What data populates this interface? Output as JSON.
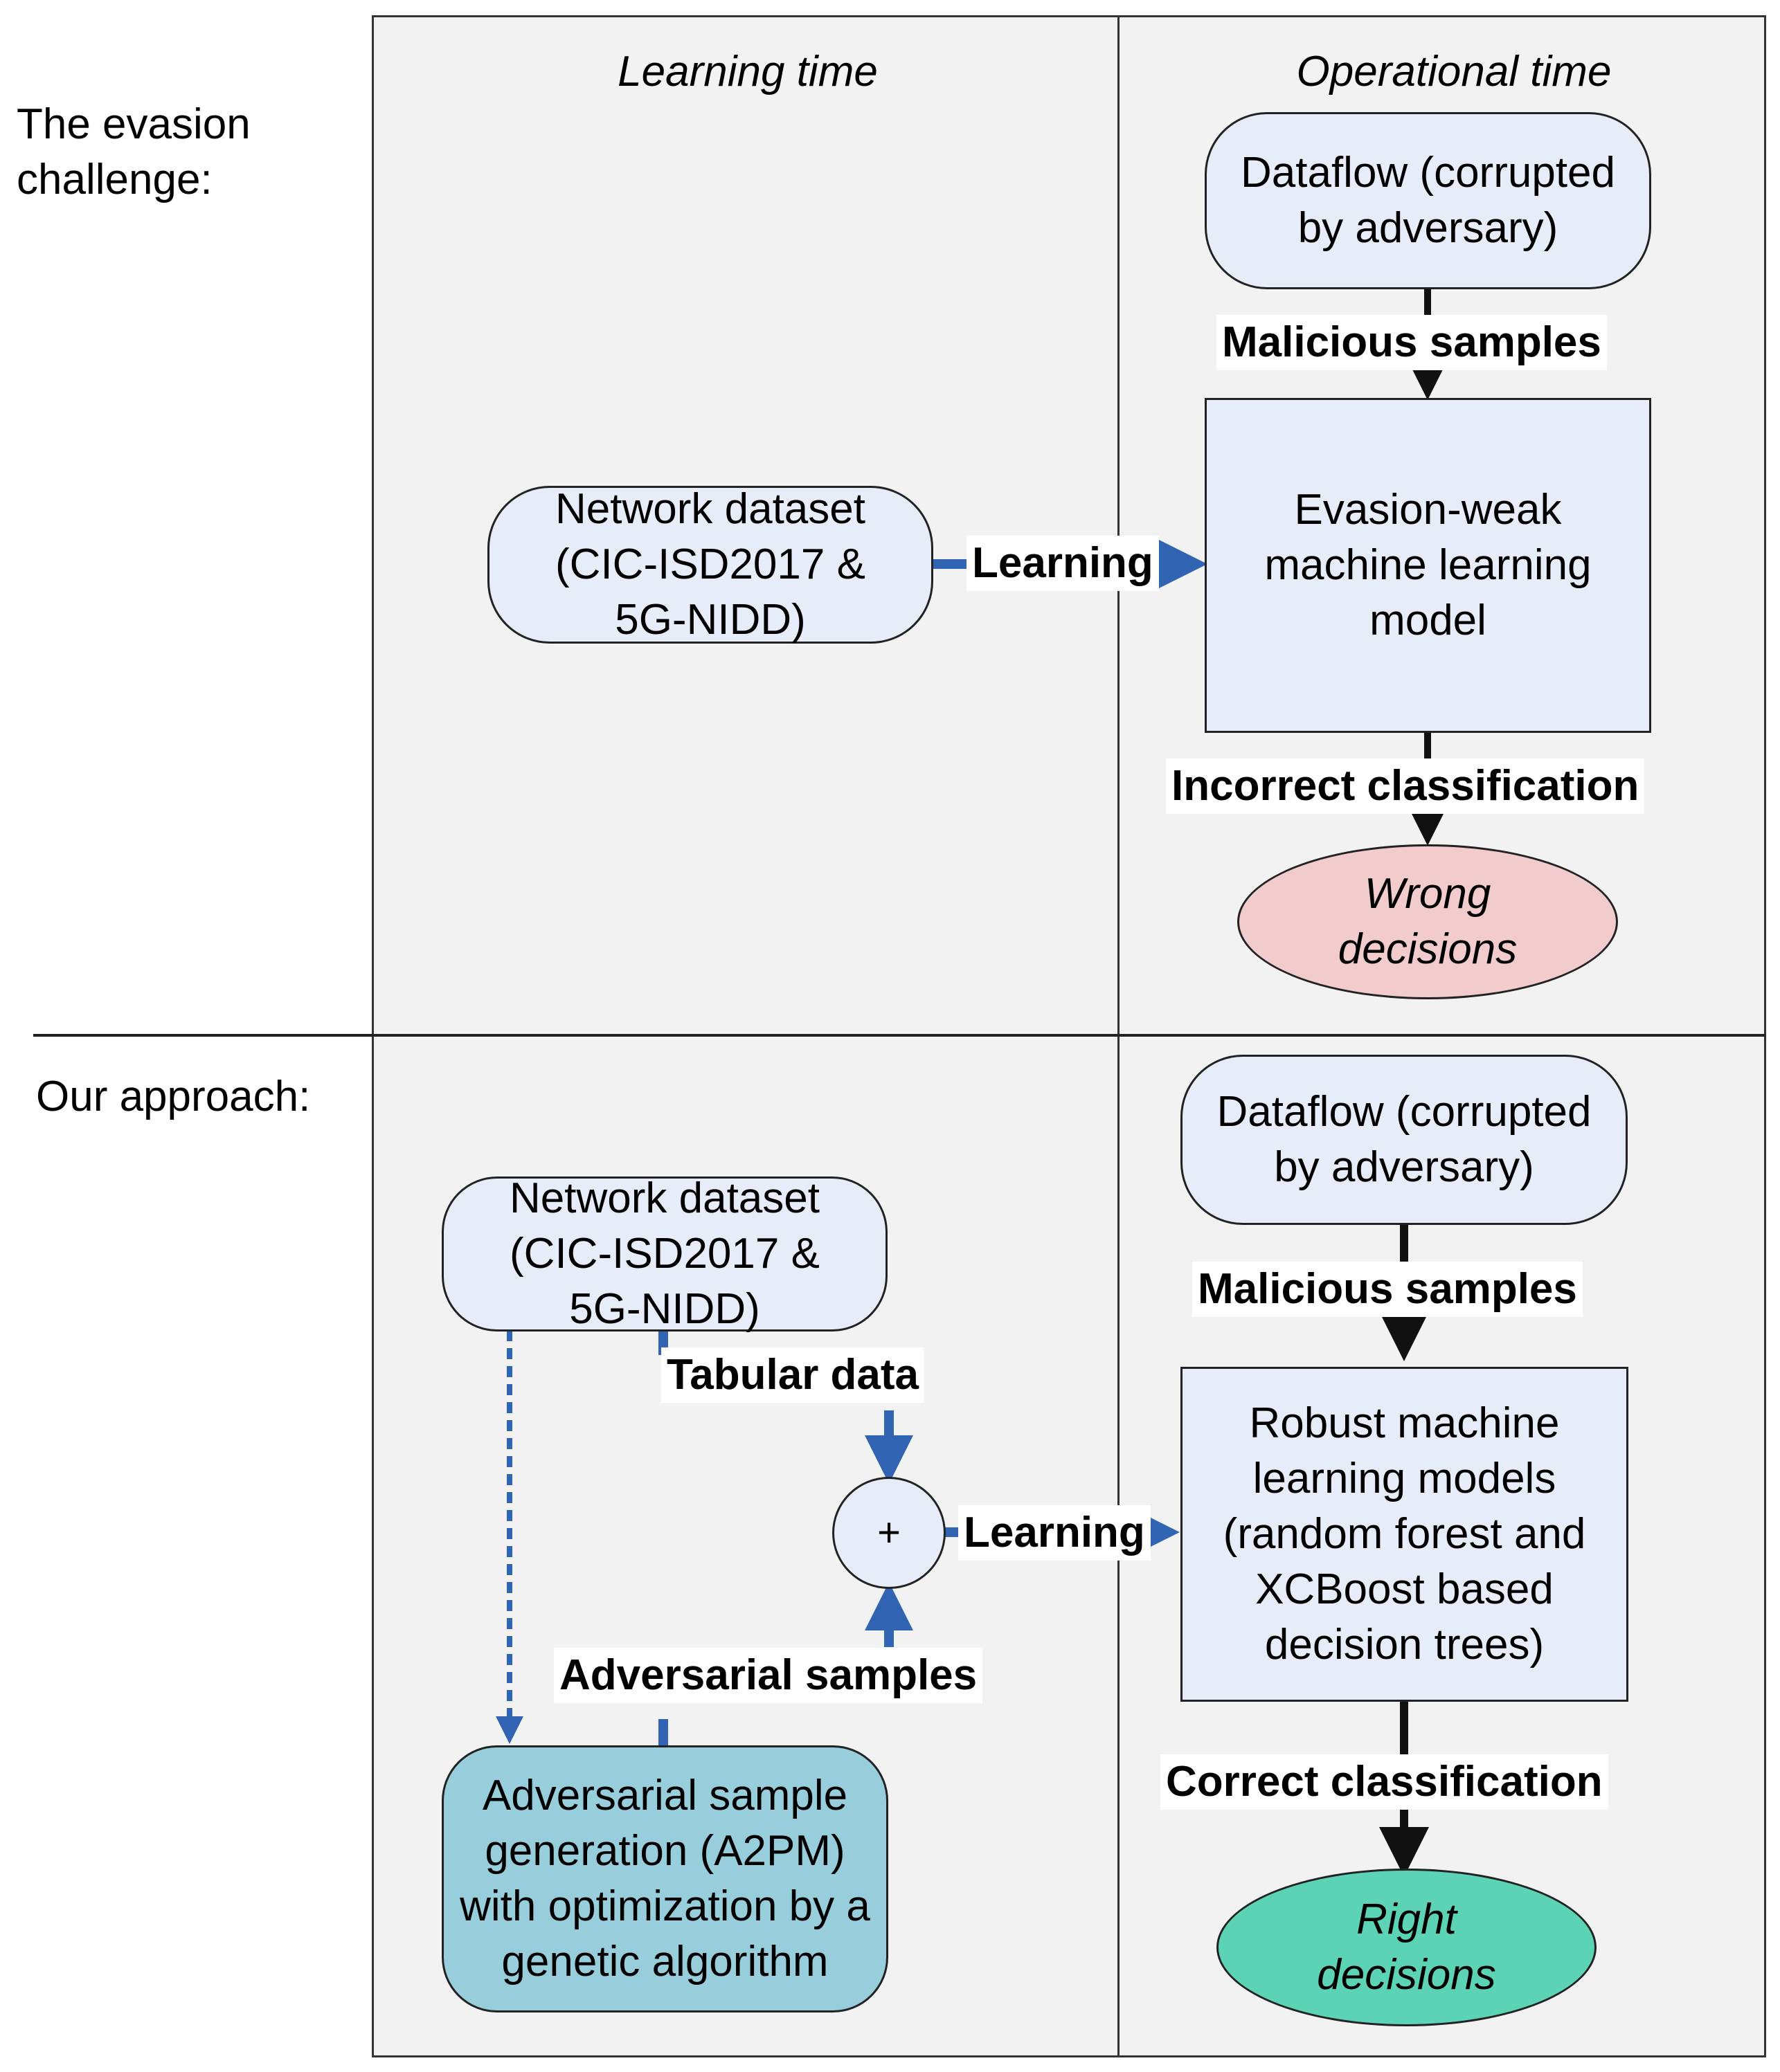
{
  "rows": {
    "top_title": "The evasion challenge:",
    "bottom_title": "Our approach:"
  },
  "lanes": {
    "learning": "Learning time",
    "operational": "Operational time"
  },
  "top": {
    "dataflow": "Dataflow (corrupted by adversary)",
    "malicious_label": "Malicious samples",
    "dataset": "Network dataset (CIC-ISD2017 & 5G-NIDD)",
    "learning_label": "Learning",
    "model": "Evasion-weak machine learning model",
    "incorrect_label": "Incorrect classification",
    "decision": "Wrong decisions"
  },
  "bottom": {
    "dataflow": "Dataflow (corrupted by adversary)",
    "malicious_label": "Malicious samples",
    "dataset": "Network dataset (CIC-ISD2017 & 5G-NIDD)",
    "tabular_label": "Tabular data",
    "combine": "+",
    "learning_label": "Learning",
    "model": "Robust machine learning models (random forest and XCBoost based decision trees)",
    "adversarial_label": "Adversarial samples",
    "generator": "Adversarial sample generation (A2PM) with optimization by a genetic algorithm",
    "correct_label": "Correct classification",
    "decision": "Right decisions"
  },
  "colors": {
    "node_fill": "#e7edf8",
    "wrong_fill": "#f2cccc",
    "right_fill": "#5cd3b4",
    "generator_fill": "#98cedb",
    "blue_connector": "#3264b4",
    "black_connector": "#111111"
  }
}
